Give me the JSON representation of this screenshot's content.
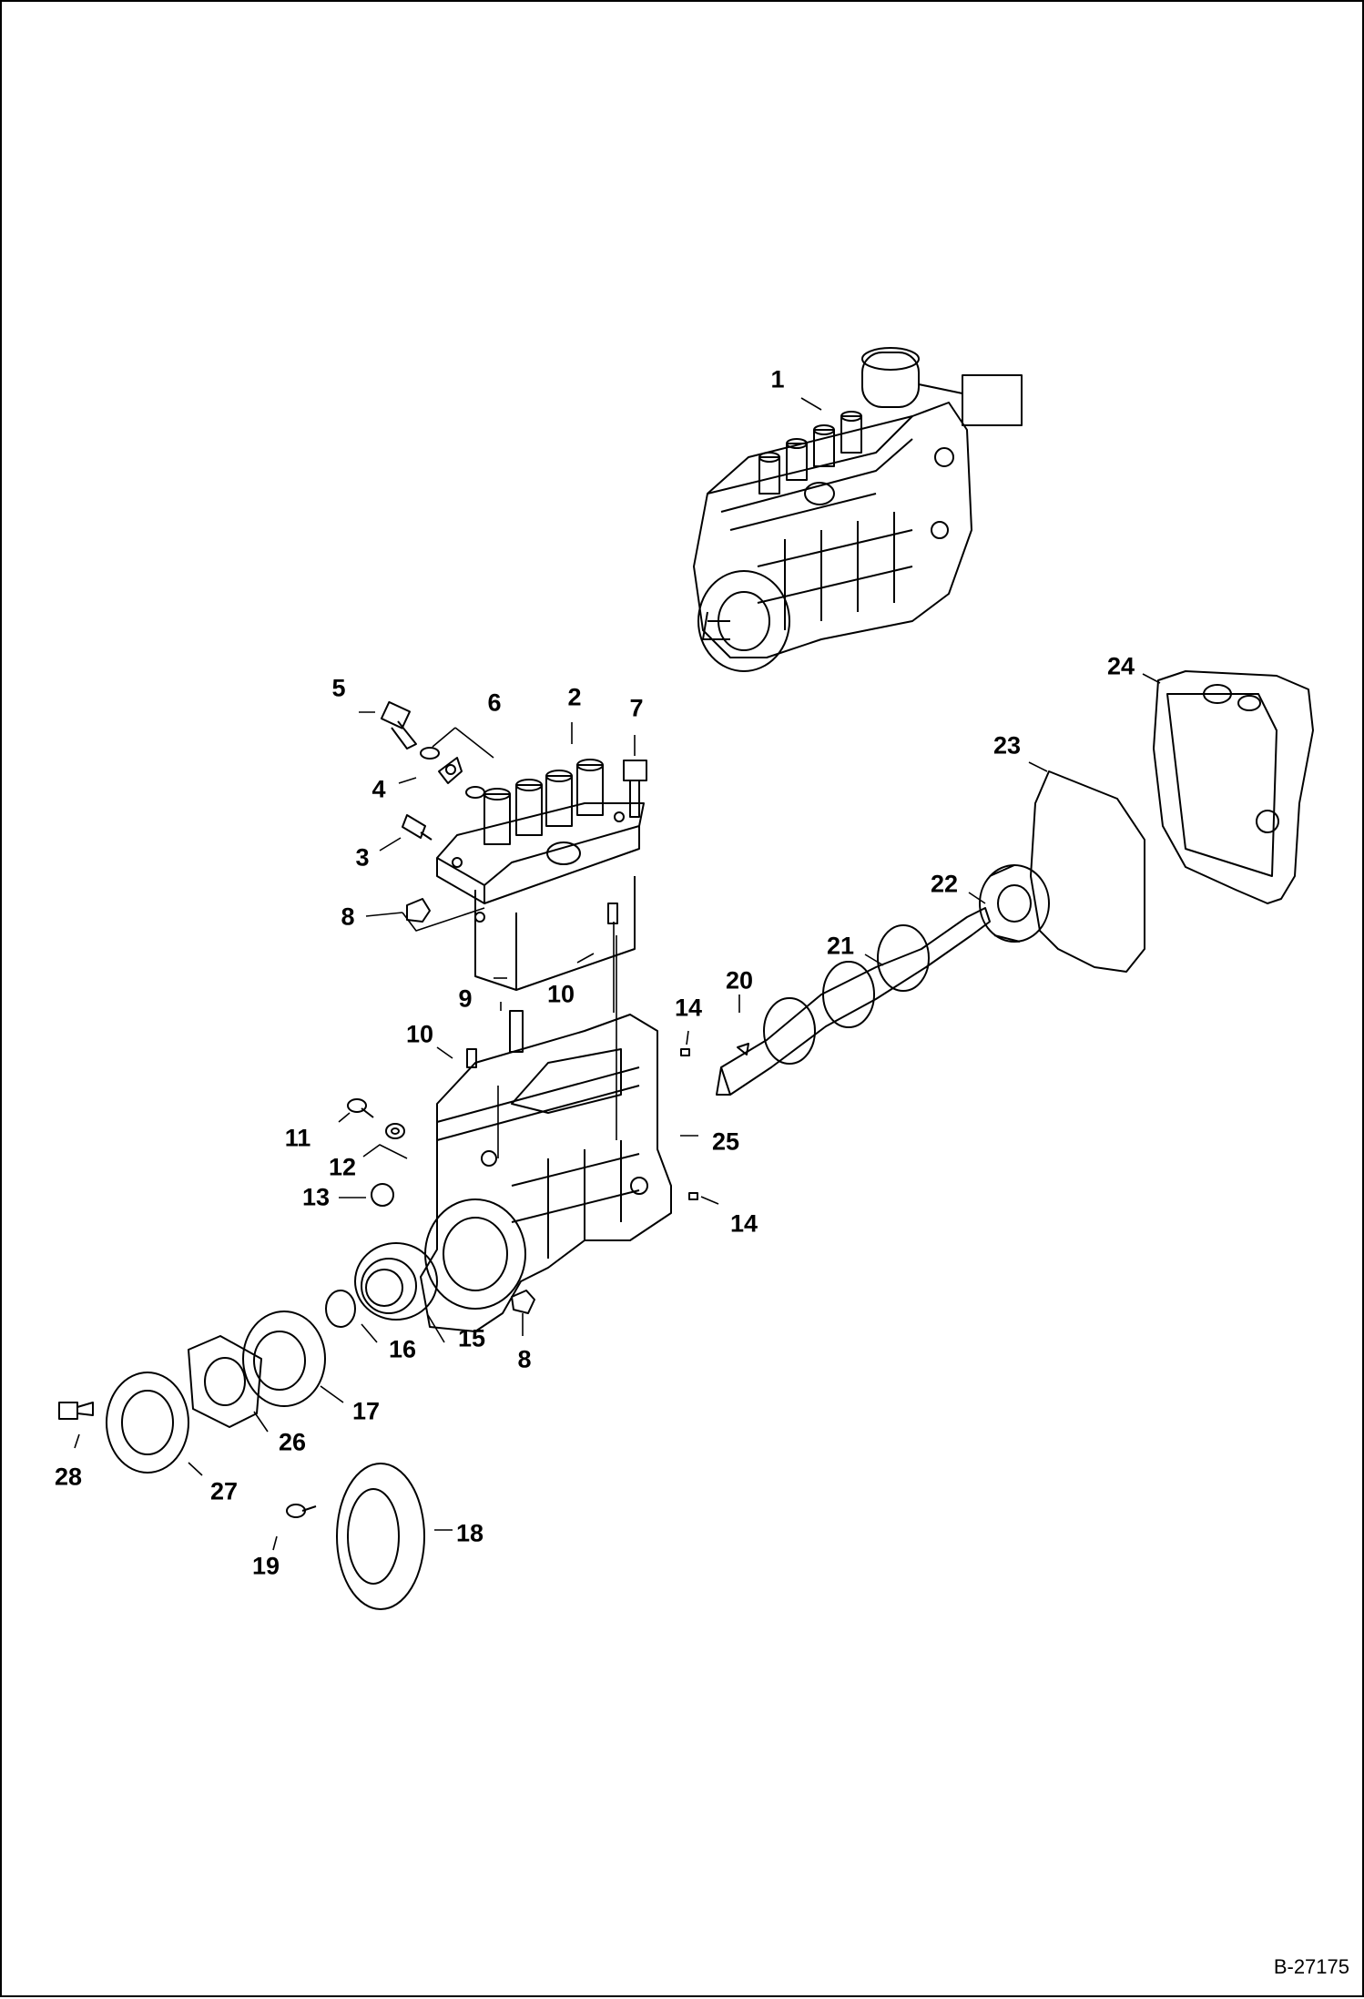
{
  "document_id": "B-27175",
  "callouts": [
    {
      "id": "c1",
      "label": "1"
    },
    {
      "id": "c2",
      "label": "2"
    },
    {
      "id": "c3",
      "label": "3"
    },
    {
      "id": "c4",
      "label": "4"
    },
    {
      "id": "c5",
      "label": "5"
    },
    {
      "id": "c6",
      "label": "6"
    },
    {
      "id": "c7",
      "label": "7"
    },
    {
      "id": "c8a",
      "label": "8"
    },
    {
      "id": "c8b",
      "label": "8"
    },
    {
      "id": "c9",
      "label": "9"
    },
    {
      "id": "c10a",
      "label": "10"
    },
    {
      "id": "c10b",
      "label": "10"
    },
    {
      "id": "c11",
      "label": "11"
    },
    {
      "id": "c12",
      "label": "12"
    },
    {
      "id": "c13",
      "label": "13"
    },
    {
      "id": "c14a",
      "label": "14"
    },
    {
      "id": "c14b",
      "label": "14"
    },
    {
      "id": "c15",
      "label": "15"
    },
    {
      "id": "c16",
      "label": "16"
    },
    {
      "id": "c17",
      "label": "17"
    },
    {
      "id": "c18",
      "label": "18"
    },
    {
      "id": "c19",
      "label": "19"
    },
    {
      "id": "c20",
      "label": "20"
    },
    {
      "id": "c21",
      "label": "21"
    },
    {
      "id": "c22",
      "label": "22"
    },
    {
      "id": "c23",
      "label": "23"
    },
    {
      "id": "c24",
      "label": "24"
    },
    {
      "id": "c25",
      "label": "25"
    },
    {
      "id": "c26",
      "label": "26"
    },
    {
      "id": "c27",
      "label": "27"
    },
    {
      "id": "c28",
      "label": "28"
    }
  ]
}
